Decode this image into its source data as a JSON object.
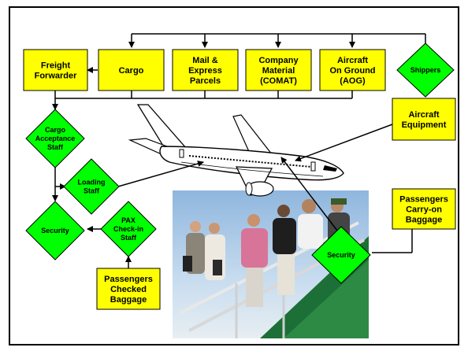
{
  "nodes": {
    "freight_forwarder": [
      "Freight",
      "Forwarder"
    ],
    "cargo": [
      "Cargo"
    ],
    "mail": [
      "Mail &",
      "Express",
      "Parcels"
    ],
    "comat": [
      "Company",
      "Material",
      "(COMAT)"
    ],
    "aog": [
      "Aircraft",
      "On Ground",
      "(AOG)"
    ],
    "shippers": [
      "Shippers"
    ],
    "aircraft_equipment": [
      "Aircraft",
      "Equipment"
    ],
    "cargo_acceptance": [
      "Cargo",
      "Acceptance",
      "Staff"
    ],
    "loading_staff": [
      "Loading",
      "Staff"
    ],
    "security_left": [
      "Security"
    ],
    "pax_checkin": [
      "PAX",
      "Check-in",
      "Staff"
    ],
    "passengers_checked": [
      "Passengers",
      "Checked",
      "Baggage"
    ],
    "passengers_carryon": [
      "Passengers",
      "Carry-on",
      "Baggage"
    ],
    "security_right": [
      "Security"
    ]
  },
  "colors": {
    "box_fill": "#ffff00",
    "diamond_fill": "#00ff00",
    "line": "#000000",
    "frame": "#000000",
    "sky": "#9cc0e2",
    "ramp": "#1f7a3c"
  },
  "images": {
    "airplane": "airplane-illustration",
    "photo": "passengers-boarding-photo"
  }
}
